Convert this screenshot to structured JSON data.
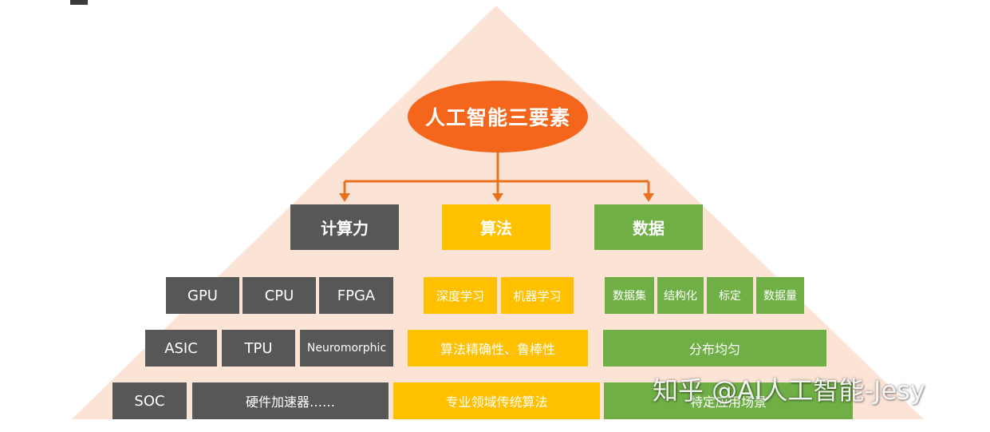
{
  "title": "人工智能三要素",
  "colors": {
    "pyramid": "#fbe3d6",
    "title_oval": "#f3661c",
    "arrow": "#e8721f",
    "compute": "#575757",
    "algorithm": "#ffc000",
    "data": "#6faf46"
  },
  "pillars": {
    "compute": {
      "label": "计算力",
      "row1": [
        "GPU",
        "CPU",
        "FPGA"
      ],
      "row2": [
        "ASIC",
        "TPU",
        "Neuromorphic"
      ],
      "row3": [
        "SOC",
        "硬件加速器……"
      ]
    },
    "algorithm": {
      "label": "算法",
      "row1": [
        "深度学习",
        "机器学习"
      ],
      "row2": "算法精确性、鲁棒性",
      "row3": "专业领域传统算法"
    },
    "data": {
      "label": "数据",
      "row1": [
        "数据集",
        "结构化",
        "标定",
        "数据量"
      ],
      "row2": "分布均匀",
      "row3": "特定应用场景"
    }
  },
  "watermark": "知乎 @AI人工智能-Jesy"
}
